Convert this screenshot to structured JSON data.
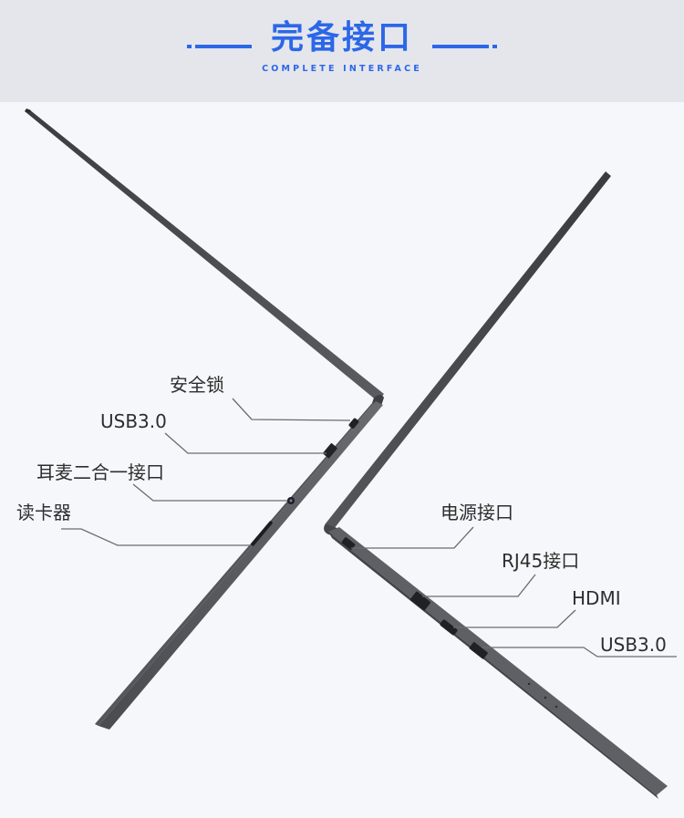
{
  "header": {
    "title": "完备接口",
    "subtitle": "COMPLETE INTERFACE",
    "accent_color": "#2c67e8"
  },
  "left_laptop_ports": [
    {
      "label": "安全锁"
    },
    {
      "label": "USB3.0"
    },
    {
      "label": "耳麦二合一接口"
    },
    {
      "label": "读卡器"
    }
  ],
  "right_laptop_ports": [
    {
      "label": "电源接口"
    },
    {
      "label": "RJ45接口"
    },
    {
      "label": "HDMI"
    },
    {
      "label": "USB3.0"
    }
  ]
}
